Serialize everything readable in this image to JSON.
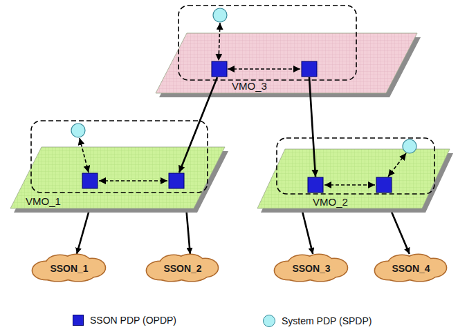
{
  "diagram": {
    "nodes": [
      {
        "text": [
          "VMO_3"
        ]
      },
      {
        "text": [
          "VMO_1"
        ]
      },
      {
        "text": [
          "VMO_2"
        ]
      },
      {
        "text": [
          "SSON_1"
        ]
      },
      {
        "text": [
          "SSON_2"
        ]
      },
      {
        "text": [
          "SSON_3"
        ]
      },
      {
        "text": [
          "SSON_4"
        ]
      }
    ],
    "edges": [
      {
        "from": 1,
        "to": 3,
        "arrow": "to"
      },
      {
        "from": 1,
        "to": 4,
        "arrow": "to"
      },
      {
        "from": 2,
        "to": 5,
        "arrow": "to"
      },
      {
        "from": 2,
        "to": 6,
        "arrow": "to"
      }
    ],
    "legend": [
      {
        "text": "SSON PDP (OPDP)",
        "color": "#1f1fd6"
      },
      {
        "text": "System PDP (SPDP)",
        "color": "#aef0f4"
      }
    ]
  }
}
